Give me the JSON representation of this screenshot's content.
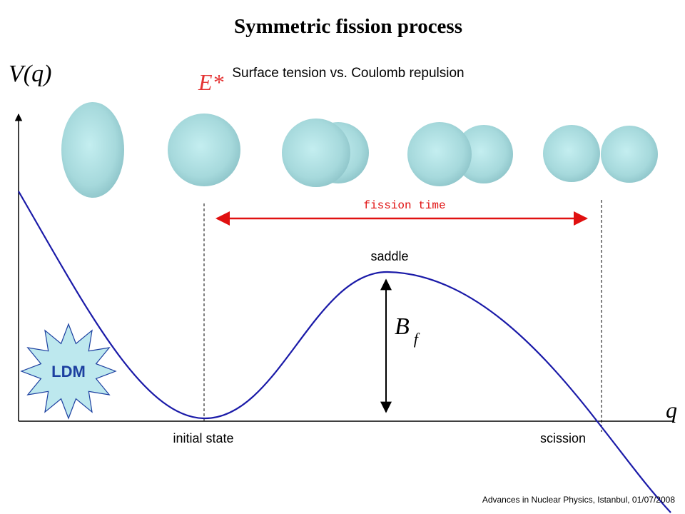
{
  "title": "Symmetric fission process",
  "subtitle": "Surface tension vs. Coulomb repulsion",
  "y_axis_label": "V(q)",
  "x_axis_label": "q",
  "excitation_label": "E*",
  "fission_time_label": "fission time",
  "saddle_label": "saddle",
  "barrier_label": "B",
  "barrier_subscript": "f",
  "initial_state_label": "initial state",
  "scission_label": "scission",
  "ldm_badge": "LDM",
  "footer": "Advances in Nuclear Physics, Istanbul, 01/07/2008",
  "colors": {
    "curve": "#1a1aa8",
    "arrow_fission": "#e01010",
    "excitation": "#e01010",
    "nucleus": "#a9dde0",
    "ldm_fill": "#bde8ee",
    "ldm_text": "#1c3fa0"
  },
  "shapes": [
    "prolate-nucleus",
    "spherical-nucleus",
    "slightly-necked-nucleus",
    "necked-nucleus",
    "two-fragments"
  ]
}
